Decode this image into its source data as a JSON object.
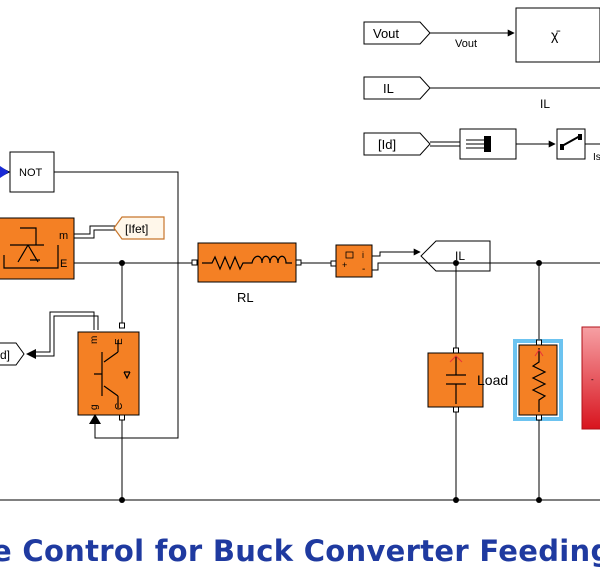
{
  "blocks": {
    "vout_goto": "Vout",
    "vout_signal": "Vout",
    "il_from": "IL",
    "il_signal": "IL",
    "id_from": "[Id]",
    "not_gate": "NOT",
    "ifet_tag": "[Ifet]",
    "inductor": "RL",
    "il_tag": "IL",
    "load": "Load",
    "id_tag": "d]",
    "igbt_port_m": "m",
    "igbt_port_e": "E",
    "diode_port_m": "m",
    "diode_port_e": "E",
    "diode_port_g": "g",
    "diode_port_c": "C",
    "sensor_port_i": "i",
    "sensor_port_plus": "+",
    "sensor_port_minus": "-",
    "scope_port_is": "Is"
  },
  "title_banner": "e Control for Buck Converter Feeding C",
  "colors": {
    "block_orange": "#f48024",
    "signal_blue": "#1a2bd6",
    "highlight_blue": "#6cc3f0",
    "title_blue": "#1f3aa0",
    "source_red": "#e8323a"
  }
}
